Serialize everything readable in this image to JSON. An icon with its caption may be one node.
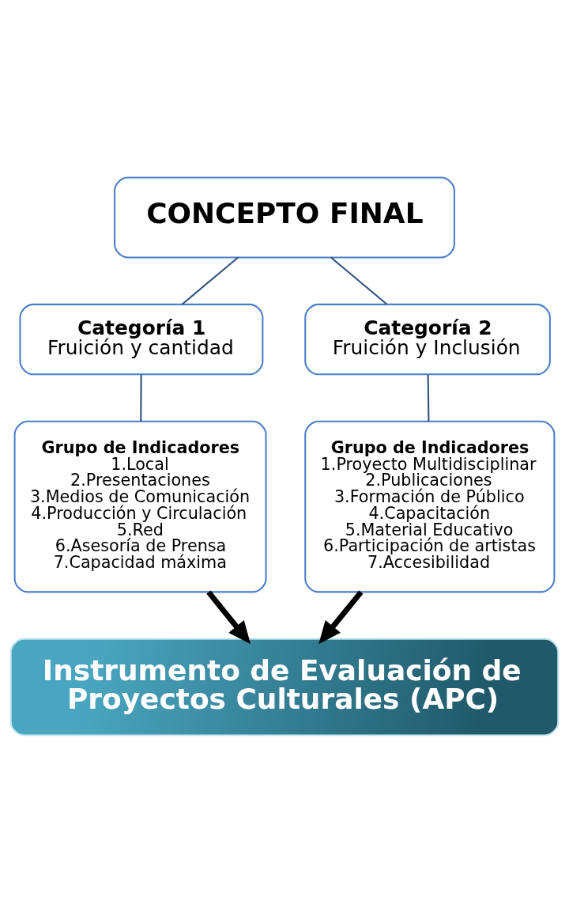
{
  "diagram": {
    "nodes": [
      {
        "text": [
          "CONCEPTO FINAL"
        ]
      },
      {
        "text": [
          "Categoría 1",
          "Fruición y cantidad"
        ]
      },
      {
        "text": [
          "Categoría 2",
          "Fruición y Inclusión"
        ]
      },
      {
        "text": [
          "Grupo de Indicadores",
          "1.Local",
          "2.Presentaciones",
          "3.Medios de Comunicación",
          "4.Producción y Circulación",
          "5.Red",
          "6.Asesoría de Prensa",
          "7.Capacidad máxima"
        ]
      },
      {
        "text": [
          "Grupo de Indicadores",
          "1.Proyecto Multidisciplinar",
          "2.Publicaciones",
          "3.Formación de Público",
          "4.Capacitación",
          "5.Material Educativo",
          "6.Participación de artistas",
          "7.Accesibilidad"
        ]
      },
      {
        "text": [
          "Instrumento de Evaluación de Proyectos Culturales (APC)"
        ]
      }
    ],
    "edges": [
      {
        "from": 0,
        "to": 1,
        "arrow": "none"
      },
      {
        "from": 0,
        "to": 2,
        "arrow": "none"
      },
      {
        "from": 1,
        "to": 3,
        "arrow": "none"
      },
      {
        "from": 2,
        "to": 4,
        "arrow": "none"
      },
      {
        "from": 3,
        "to": 5,
        "arrow": "to",
        "style": "thick",
        "color": "#000000"
      },
      {
        "from": 4,
        "to": 5,
        "arrow": "to",
        "style": "thick",
        "color": "#000000"
      }
    ]
  }
}
